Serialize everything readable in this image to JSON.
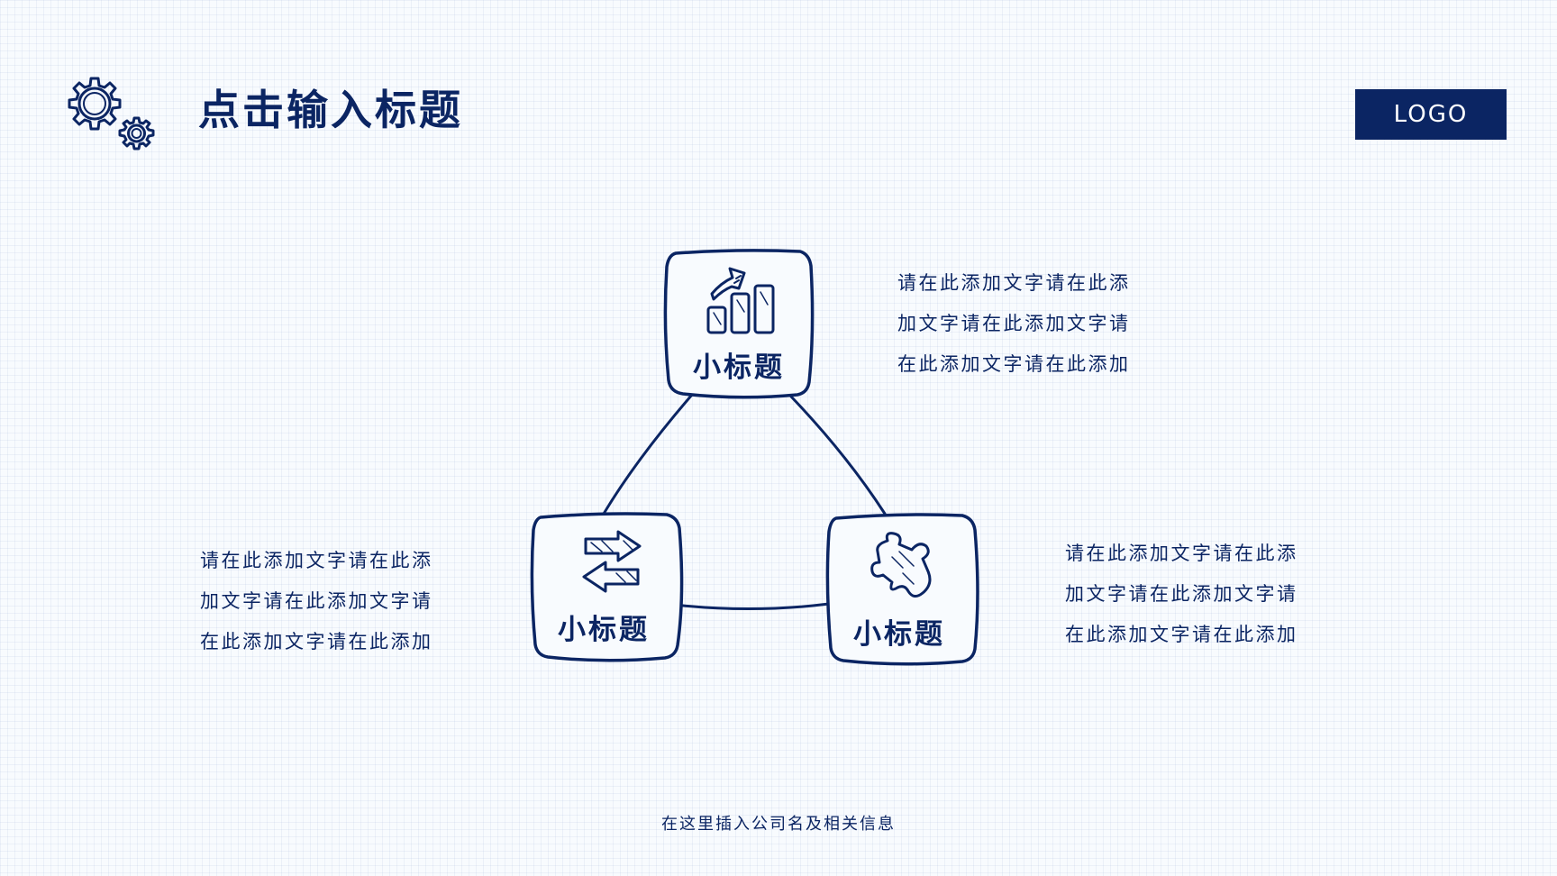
{
  "header": {
    "title": "点击输入标题",
    "logo_text": "LOGO",
    "decoration_icon": "gears-icon"
  },
  "diagram": {
    "nodes": [
      {
        "id": "top",
        "label": "小标题",
        "icon": "bar-chart-growth-icon",
        "text_lines": [
          "请在此添加文字请在此添",
          "加文字请在此添加文字请",
          "在此添加文字请在此添加"
        ]
      },
      {
        "id": "left",
        "label": "小标题",
        "icon": "exchange-arrows-icon",
        "text_lines": [
          "请在此添加文字请在此添",
          "加文字请在此添加文字请",
          "在此添加文字请在此添加"
        ]
      },
      {
        "id": "right",
        "label": "小标题",
        "icon": "puzzle-piece-icon",
        "text_lines": [
          "请在此添加文字请在此添",
          "加文字请在此添加文字请",
          "在此添加文字请在此添加"
        ]
      }
    ]
  },
  "footer": {
    "text": "在这里插入公司名及相关信息"
  },
  "colors": {
    "primary": "#0b2563",
    "background": "#f8fbfe",
    "white": "#ffffff"
  }
}
